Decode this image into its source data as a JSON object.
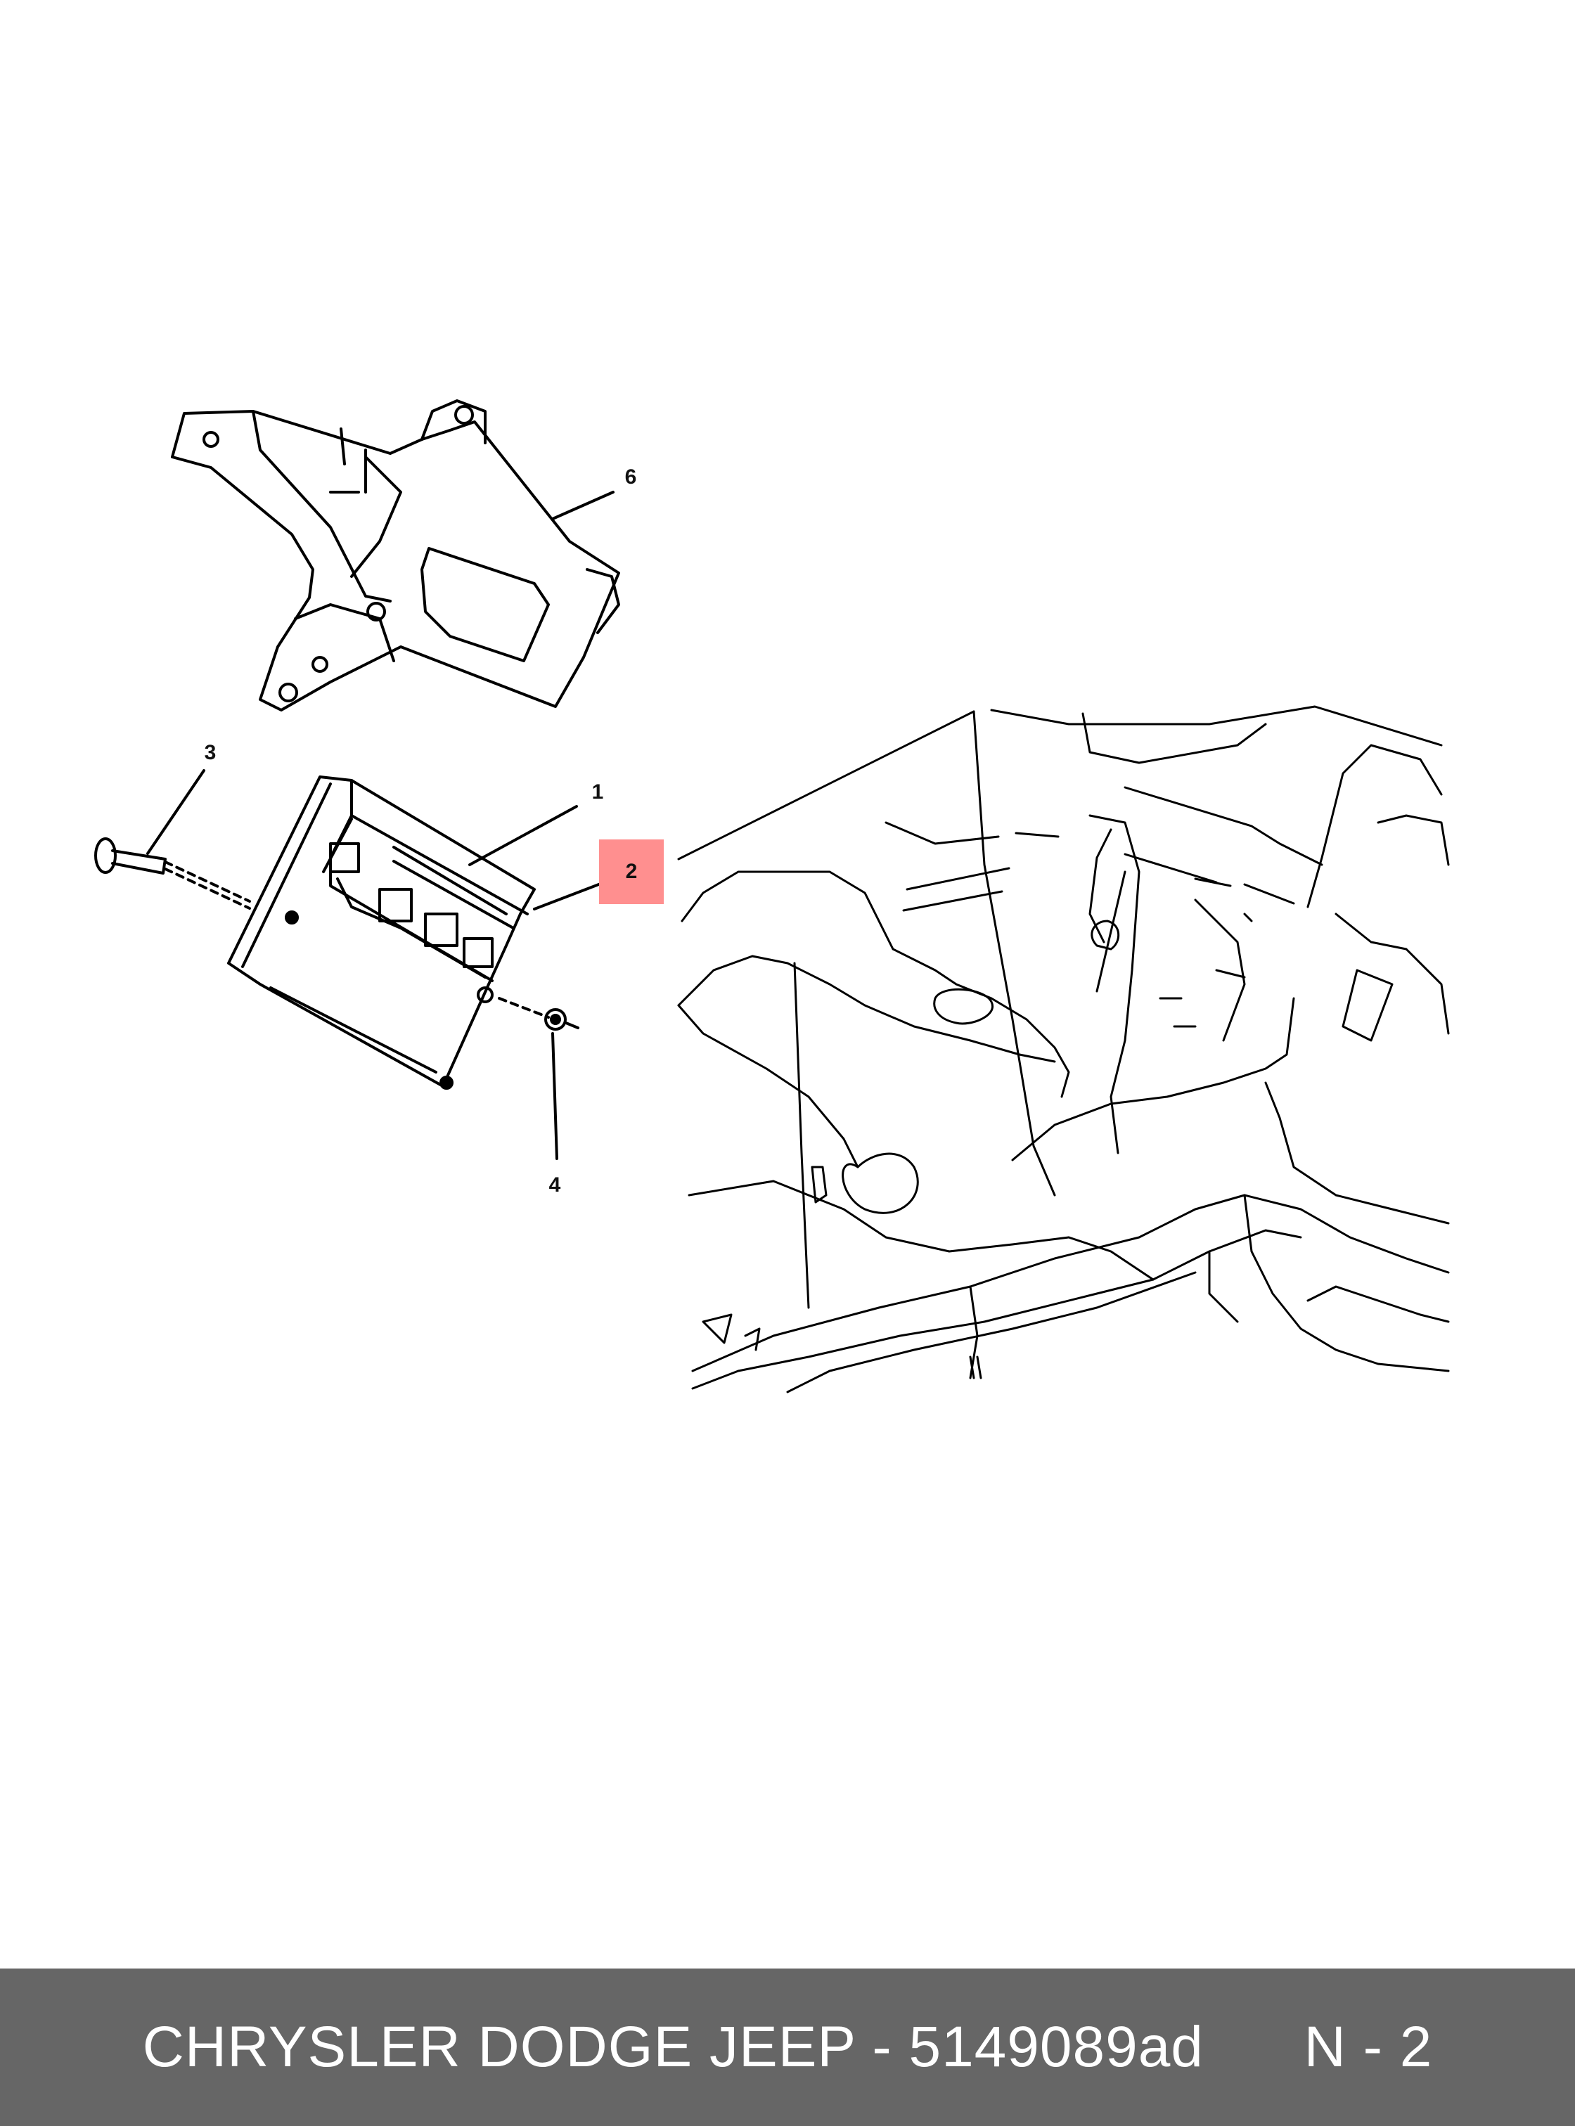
{
  "callouts": {
    "c1": "1",
    "c2": "2",
    "c3": "3",
    "c4": "4",
    "c6": "6"
  },
  "highlight_color": "#ff8f8f",
  "footer": {
    "brand_part": "CHRYSLER DODGE JEEP - 5149089ad",
    "ref": "N - 2"
  },
  "footer_color": "#666666"
}
